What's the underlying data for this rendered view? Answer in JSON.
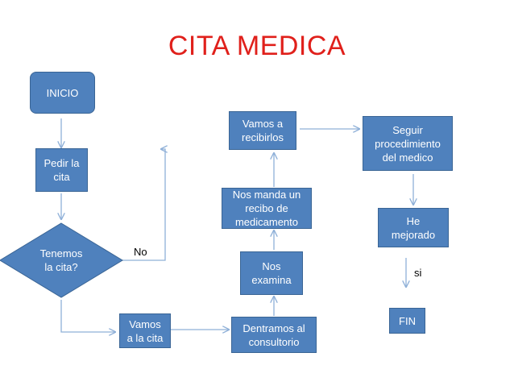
{
  "title": "CITA MEDICA",
  "nodes": {
    "inicio": "INICIO",
    "pedir": "Pedir la\ncita",
    "tenemos": "Tenemos\nla cita?",
    "vamos_cita": "Vamos\na la cita",
    "dentramos": "Dentramos al\nconsultorio",
    "examina": "Nos\nexamina",
    "recibo": "Nos manda un\nrecibo de\nmedicamento",
    "recibirlos": "Vamos a\nrecibirlos",
    "seguir": "Seguir\nprocedimiento\ndel medico",
    "mejorado": "He\nmejorado",
    "fin": "FIN"
  },
  "labels": {
    "no": "No",
    "si": "si"
  },
  "colors": {
    "node_fill": "#4f81bd",
    "node_border": "#3a6595",
    "title": "#e0201b",
    "connector": "#8fb0d8"
  }
}
